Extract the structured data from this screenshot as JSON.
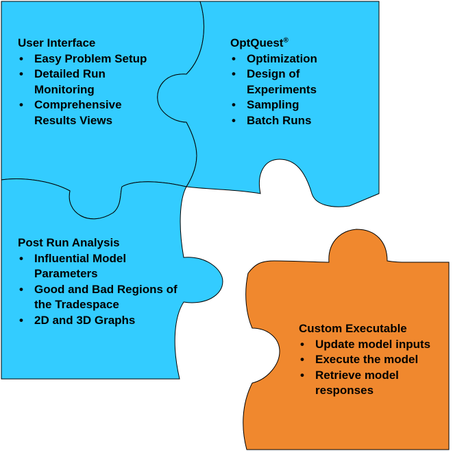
{
  "colors": {
    "blue": "#33ccff",
    "orange": "#f0882e",
    "outline": "#000000"
  },
  "pieces": {
    "user_interface": {
      "title": "User Interface",
      "items": [
        "Easy Problem Setup",
        "Detailed Run Monitoring",
        "Comprehensive Results Views"
      ]
    },
    "optquest": {
      "title": "OptQuest",
      "title_mark": "®",
      "items": [
        "Optimization",
        "Design of Experiments",
        "Sampling",
        "Batch Runs"
      ]
    },
    "post_run_analysis": {
      "title": "Post Run Analysis",
      "items": [
        "Influential Model Parameters",
        "Good and Bad Regions of the Tradespace",
        "2D and 3D Graphs"
      ]
    },
    "custom_executable": {
      "title": "Custom Executable",
      "items": [
        "Update model inputs",
        "Execute the model",
        "Retrieve model responses"
      ]
    }
  }
}
